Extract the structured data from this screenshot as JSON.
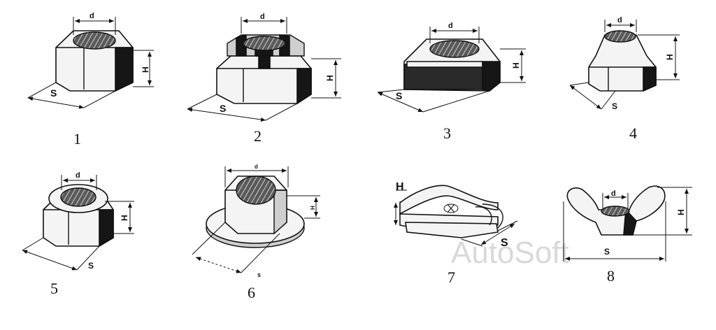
{
  "labels": {
    "n1": "1",
    "n2": "2",
    "n3": "3",
    "n4": "4",
    "n5": "5",
    "n6": "6",
    "n7": "7",
    "n8": "8"
  },
  "dims": {
    "d": "d",
    "H": "H",
    "S": "S",
    "s": "s"
  },
  "watermark": "AutoSoft"
}
